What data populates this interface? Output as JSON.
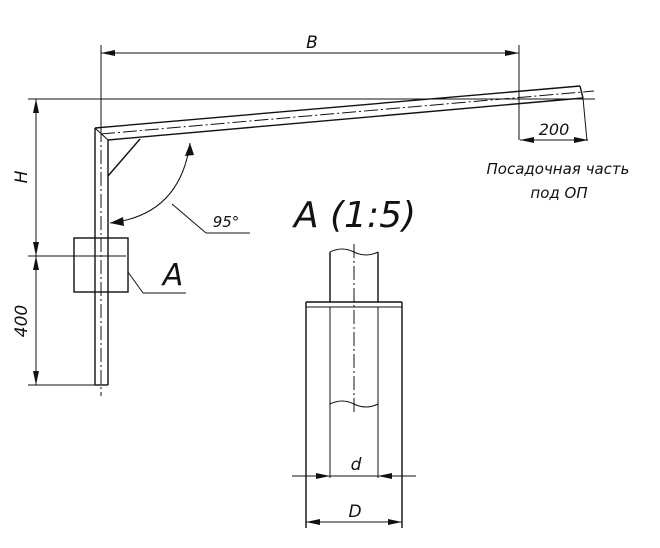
{
  "dimensions": {
    "B": "B",
    "H": "H",
    "length_200": "200",
    "height_400": "400",
    "angle": "95°",
    "d": "d",
    "D": "D"
  },
  "notes": {
    "seating_part_line1": "Посадочная часть",
    "seating_part_line2": "под ОП"
  },
  "callouts": {
    "detail_ref": "A",
    "detail_title": "A (1:5)"
  }
}
